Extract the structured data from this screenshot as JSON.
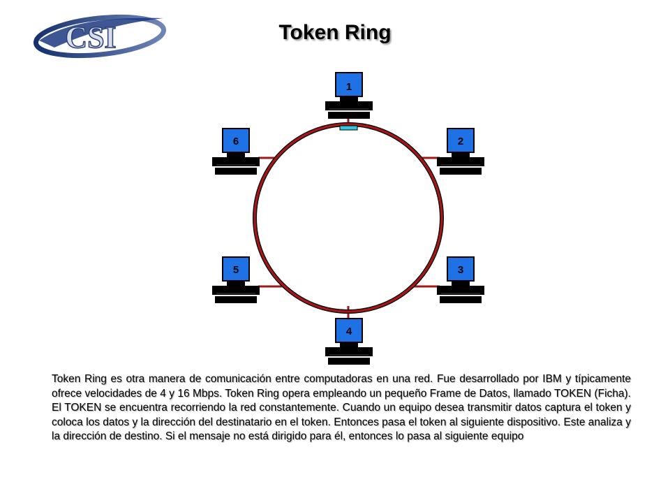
{
  "logo": {
    "text": "CSI"
  },
  "title": "Token Ring",
  "diagram": {
    "ring_color": "#a01818",
    "token_color": "#33c4e0",
    "monitor_color": "#1e72e6",
    "nodes": [
      {
        "id": "1",
        "label": "1"
      },
      {
        "id": "2",
        "label": "2"
      },
      {
        "id": "3",
        "label": "3"
      },
      {
        "id": "4",
        "label": "4"
      },
      {
        "id": "5",
        "label": "5"
      },
      {
        "id": "6",
        "label": "6"
      }
    ]
  },
  "description": "Token Ring es otra manera de comunicación entre computadoras en una red. Fue desarrollado por IBM y típicamente ofrece velocidades de 4 y 16 Mbps. Token Ring opera empleando un pequeño Frame de Datos, llamado TOKEN (Ficha). El TOKEN se encuentra recorriendo la red constantemente. Cuando un equipo desea transmitir datos captura el token y coloca los datos y la dirección del destinatario en el token. Entonces pasa el token al siguiente dispositivo. Este analiza y la dirección de destino. Si el mensaje no está dirigido para él, entonces lo pasa al siguiente equipo"
}
